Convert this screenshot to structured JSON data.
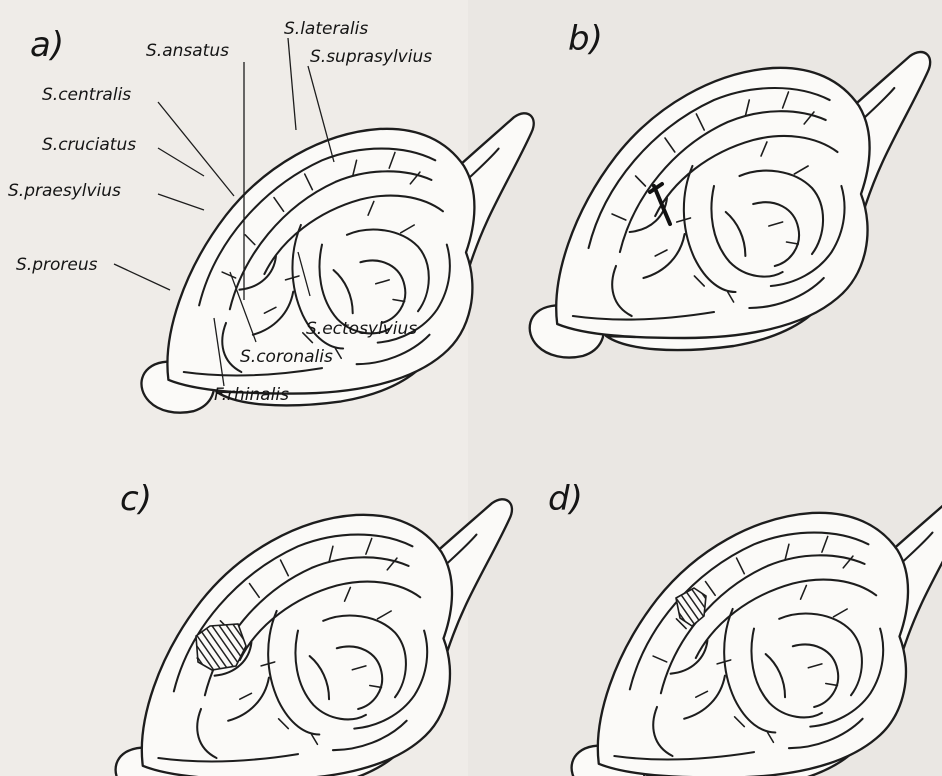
{
  "panels": [
    {
      "letter": "a)"
    },
    {
      "letter": "b)"
    },
    {
      "letter": "c)"
    },
    {
      "letter": "d)"
    }
  ],
  "labels": {
    "ansatus": "S.ansatus",
    "lateralis": "S.lateralis",
    "suprasylvius": "S.suprasylvius",
    "centralis": "S.centralis",
    "cruciatus": "S.cruciatus",
    "praesylvius": "S.praesylvius",
    "proreus": "S.proreus",
    "ectosylvius": "S.ectosylvius",
    "coronalis": "S.coronalis",
    "rhinalis": "F.rhinalis"
  },
  "annotations": {
    "panel_b": "sulcus incision",
    "panel_c": "lesion (hatched)",
    "panel_d": "lesion (hatched)"
  }
}
